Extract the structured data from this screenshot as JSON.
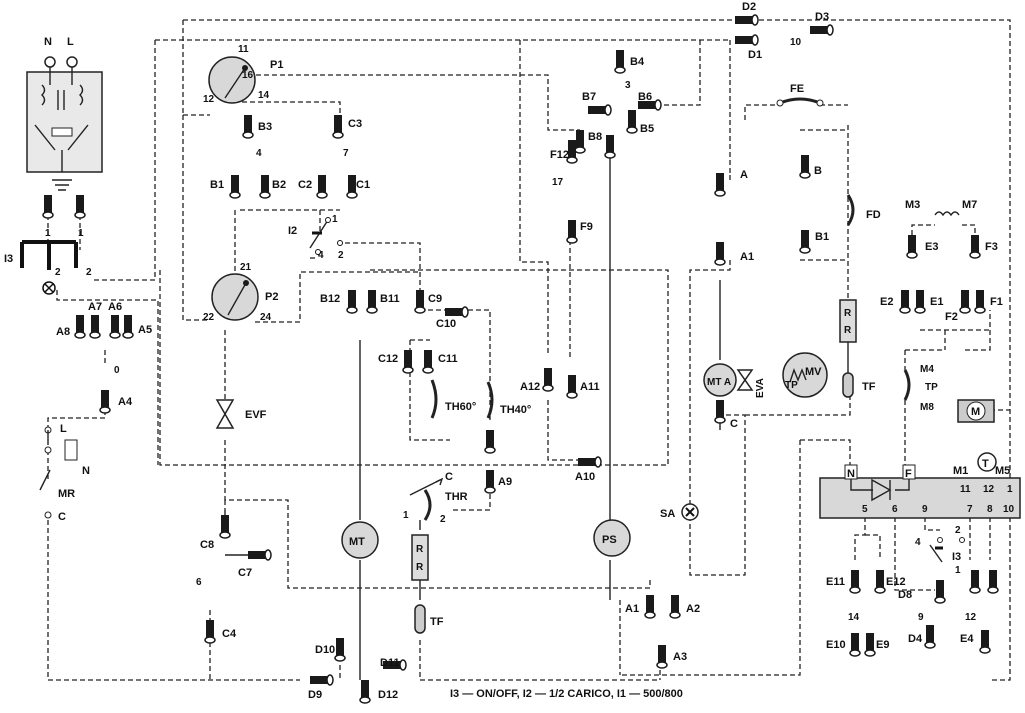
{
  "diagram": {
    "caption": "I3 — ON/OFF, I2 — 1/2 CARICO, I1 — 500/800",
    "supply": {
      "n": "N",
      "l": "L",
      "t1": "1",
      "t2": "1"
    },
    "switch_i3_left": {
      "name": "I3",
      "t1": "1",
      "t2": "2",
      "t3": "2"
    },
    "p1": {
      "name": "P1",
      "t11": "11",
      "t16": "16",
      "t12": "12",
      "t14": "14"
    },
    "p2": {
      "name": "P2",
      "t21": "21",
      "t22": "22",
      "t24": "24"
    },
    "i2": {
      "name": "I2",
      "t1": "1",
      "t2": "2",
      "t4": "4"
    },
    "labels": {
      "d2": "D2",
      "d3": "D3",
      "d1": "D1",
      "n10": "10",
      "b4": "B4",
      "b7": "B7",
      "b6": "B6",
      "b8": "B8",
      "b5": "B5",
      "n3": "3",
      "b3": "B3",
      "c3": "C3",
      "n4": "4",
      "n7": "7",
      "b1": "B1",
      "b2": "B2",
      "c2": "C2",
      "c1": "C1",
      "f12": "F12",
      "n17": "17",
      "f9": "F9",
      "fe": "FE",
      "b_r": "B",
      "b1_r": "B1",
      "fd": "FD",
      "a": "A",
      "a1": "A1",
      "m3": "M3",
      "m7": "M7",
      "e3": "E3",
      "f3": "F3",
      "e2": "E2",
      "e1": "E1",
      "f2": "F2",
      "f1": "F1",
      "a7": "A7",
      "a6": "A6",
      "a8": "A8",
      "a5": "A5",
      "n0": "0",
      "a4": "A4",
      "b12": "B12",
      "b11": "B11",
      "c9": "C9",
      "c10": "C10",
      "c12": "C12",
      "c11": "C11",
      "th60": "TH60°",
      "th40": "TH40°",
      "a12": "A12",
      "a11": "A11",
      "a10": "A10",
      "a9": "A9",
      "mta": "MT A",
      "eva": "EVA",
      "tp_mv": "TP",
      "mv": "MV",
      "c_mta": "C",
      "rr": "R",
      "tf": "TF",
      "m4": "M4",
      "tp": "TP",
      "m8": "M8",
      "m": "M",
      "evf": "EVF",
      "l_mr": "L",
      "n_mr": "N",
      "mr": "MR",
      "c_mr": "C",
      "thr": "THR",
      "thr_c": "C",
      "thr_1": "1",
      "thr_2": "2",
      "sa": "SA",
      "mt": "MT",
      "ps": "PS",
      "box_n": "N",
      "box_f": "F",
      "m1": "M1",
      "m5": "M5",
      "t_mark": "T",
      "t11": "11",
      "t12": "12",
      "t1b": "1",
      "t5": "5",
      "t6": "6",
      "t9": "9",
      "t7": "7",
      "t8": "8",
      "t10": "10",
      "i3b": "I3",
      "i3_2": "2",
      "i3_4": "4",
      "i3_1": "1",
      "c8": "C8",
      "c7": "C7",
      "n6": "6",
      "c4": "C4",
      "a1b": "A1",
      "a2": "A2",
      "a3": "A3",
      "e11": "E11",
      "e12": "E12",
      "d8": "D8",
      "n14": "14",
      "n9": "9",
      "n12": "12",
      "e10": "E10",
      "e9": "E9",
      "d4": "D4",
      "e4": "E4",
      "d10": "D10",
      "d11": "D11",
      "d9": "D9",
      "d12": "D12"
    }
  }
}
